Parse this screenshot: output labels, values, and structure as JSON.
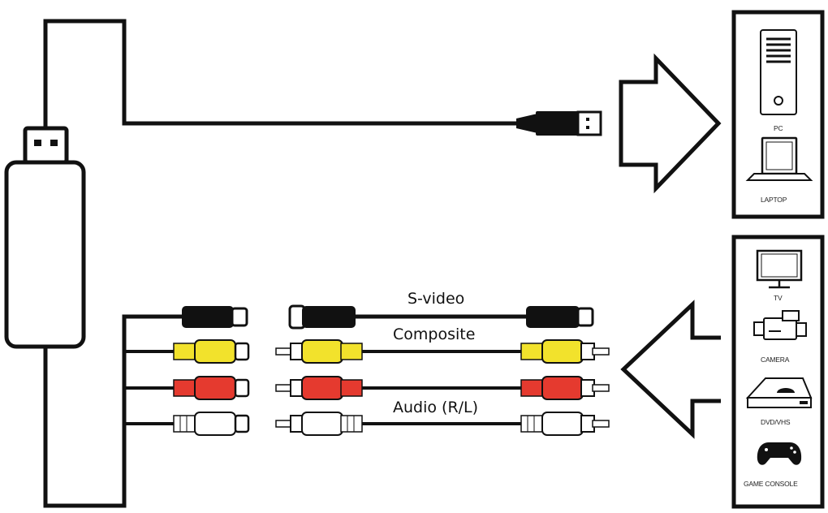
{
  "cables": {
    "svideo": "S-video",
    "composite": "Composite",
    "audio": "Audio (R/L)"
  },
  "output_devices": {
    "pc": "PC",
    "laptop": "LAPTOP"
  },
  "input_devices": {
    "tv": "TV",
    "camera": "CAMERA",
    "dvd": "DVD/VHS",
    "console": "GAME CONSOLE"
  },
  "colors": {
    "black_plug": "#111111",
    "yellow_plug": "#f2e22c",
    "red_plug": "#e53a2f",
    "white_plug": "#ffffff",
    "line": "#111111"
  }
}
